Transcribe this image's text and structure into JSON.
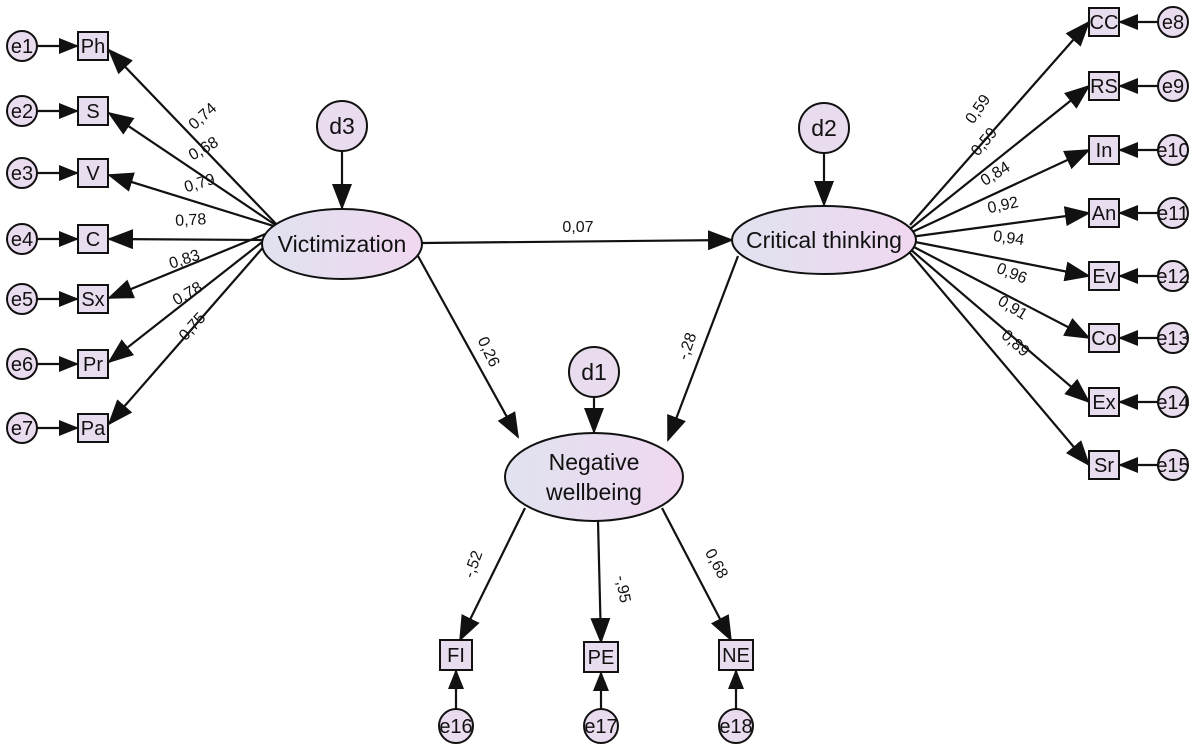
{
  "latents": {
    "victimization": "Victimization",
    "critical_thinking": "Critical thinking",
    "negative_wellbeing_line1": "Negative",
    "negative_wellbeing_line2": "wellbeing"
  },
  "disturbances": {
    "d1": "d1",
    "d2": "d2",
    "d3": "d3"
  },
  "victimization_indicators": [
    {
      "label": "Ph",
      "error": "e1",
      "loading": "0,74"
    },
    {
      "label": "S",
      "error": "e2",
      "loading": "0,68"
    },
    {
      "label": "V",
      "error": "e3",
      "loading": "0,79"
    },
    {
      "label": "C",
      "error": "e4",
      "loading": "0,78"
    },
    {
      "label": "Sx",
      "error": "e5",
      "loading": "0,83"
    },
    {
      "label": "Pr",
      "error": "e6",
      "loading": "0,78"
    },
    {
      "label": "Pa",
      "error": "e7",
      "loading": "0,75"
    }
  ],
  "critical_thinking_indicators": [
    {
      "label": "CC",
      "error": "e8",
      "loading": "0,59"
    },
    {
      "label": "RS",
      "error": "e9",
      "loading": "0,59"
    },
    {
      "label": "In",
      "error": "e10",
      "loading": "0,84"
    },
    {
      "label": "An",
      "error": "e11",
      "loading": "0,92"
    },
    {
      "label": "Ev",
      "error": "e12",
      "loading": "0,94"
    },
    {
      "label": "Co",
      "error": "e13",
      "loading": "0,96"
    },
    {
      "label": "Ex",
      "error": "e14",
      "loading": "0,91"
    },
    {
      "label": "Sr",
      "error": "e15",
      "loading": "0,89"
    }
  ],
  "wellbeing_indicators": [
    {
      "label": "FI",
      "error": "e16",
      "loading": "-,52"
    },
    {
      "label": "PE",
      "error": "e17",
      "loading": "-,95"
    },
    {
      "label": "NE",
      "error": "e18",
      "loading": "0,68"
    }
  ],
  "paths": {
    "victimization_to_critical": "0,07",
    "victimization_to_wellbeing": "0,26",
    "critical_to_wellbeing": "-,28"
  },
  "colors": {
    "node_fill_start": "#e0e2ef",
    "node_fill_end": "#f0d8f0",
    "box_fill": "#e8dcef",
    "circle_fill": "#e9dcef",
    "highlight_stroke": "#e02020",
    "line": "#111111"
  }
}
